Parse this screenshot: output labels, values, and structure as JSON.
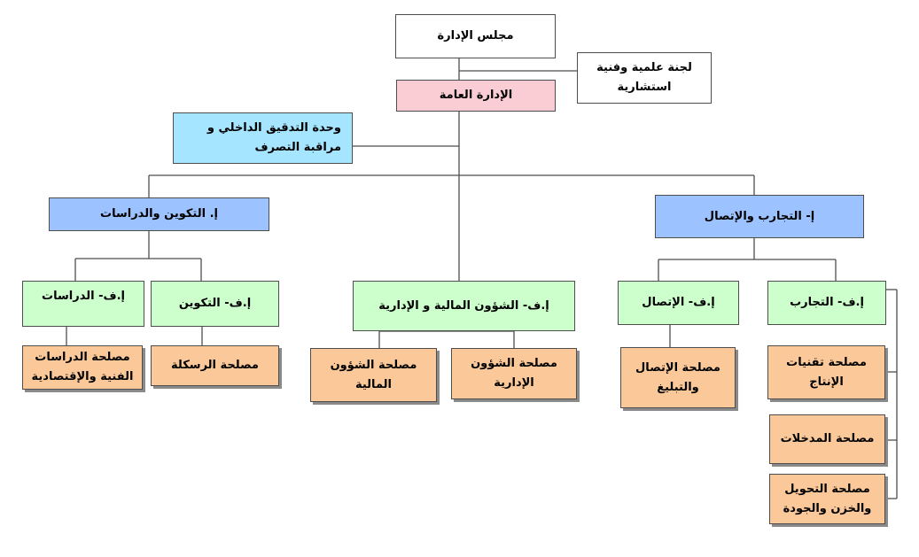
{
  "colors": {
    "white": "#ffffff",
    "pink": "#f9cdd3",
    "cyan": "#a6e5ff",
    "blue": "#9cc3ff",
    "green": "#ccffcc",
    "orange": "#fbc999",
    "line": "#4d4d4d"
  },
  "board": {
    "label": "مجلس الإدارة"
  },
  "committee": {
    "label": "لجنة علمية وفنية استشارية"
  },
  "general_management": {
    "label": "الإدارة العامة"
  },
  "audit_unit": {
    "label": "وحدة التدقيق الداخلي و مراقبة التصرف"
  },
  "training_directorate": {
    "label": "إ. التكوين والدراسات"
  },
  "trials_directorate": {
    "label": "إ- التجارب والإتصال"
  },
  "sub_studies": {
    "label": "إ.ف- الدراسات"
  },
  "sub_training": {
    "label": "إ.ف- التكوين"
  },
  "sub_finance_admin": {
    "label": "إ.ف- الشؤون المالية و الإدارية"
  },
  "sub_communication": {
    "label": "إ.ف- الإتصال"
  },
  "sub_trials": {
    "label": "إ.ف- التجارب"
  },
  "svc_tech_studies": {
    "label": "مصلحة الدراسات الفنية والإقتصادية"
  },
  "svc_thesis": {
    "label": "مصلحة الرسكلة"
  },
  "svc_financial": {
    "label": "مصلحة الشؤون المالية"
  },
  "svc_administrative": {
    "label": "مصلحة الشؤون الإدارية"
  },
  "svc_comm_notify": {
    "label": "مصلحة الإتصال والتبليغ"
  },
  "svc_production_tech": {
    "label": "مصلحة تقنيات الإنتاج"
  },
  "svc_inputs": {
    "label": "مصلحة المدخلات"
  },
  "svc_processing": {
    "label": "مصلحة التحويل والخزن والجودة"
  }
}
